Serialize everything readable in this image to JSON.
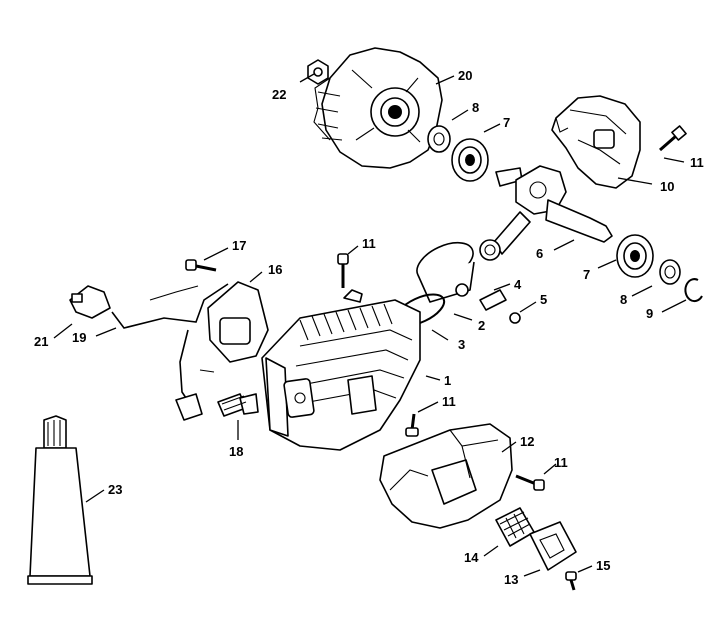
{
  "labels": {
    "p1": "1",
    "p2": "2",
    "p3": "3",
    "p4": "4",
    "p5": "5",
    "p6": "6",
    "p7a": "7",
    "p7b": "7",
    "p8a": "8",
    "p8b": "8",
    "p9": "9",
    "p10": "10",
    "p11a": "11",
    "p11b": "11",
    "p11c": "11",
    "p11d": "11",
    "p12": "12",
    "p13": "13",
    "p14": "14",
    "p15": "15",
    "p16": "16",
    "p17": "17",
    "p18": "18",
    "p19": "19",
    "p20": "20",
    "p21": "21",
    "p22": "22",
    "p23": "23"
  }
}
